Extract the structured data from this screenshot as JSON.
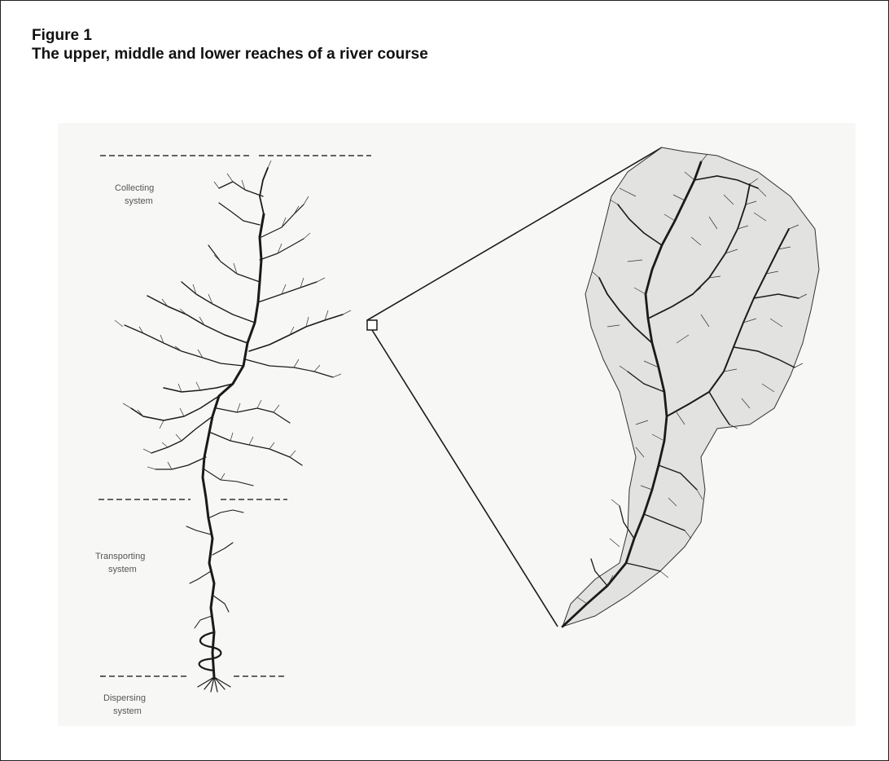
{
  "figure": {
    "number": "Figure 1",
    "title": "The upper, middle and lower reaches of a river course"
  },
  "zones": [
    {
      "line1": "Collecting",
      "line2": "system"
    },
    {
      "line1": "Transporting",
      "line2": "system"
    },
    {
      "line1": "Dispersing",
      "line2": "system"
    }
  ],
  "colors": {
    "ink": "#1a1a1a",
    "label": "#555555",
    "paper": "#f7f7f5"
  }
}
